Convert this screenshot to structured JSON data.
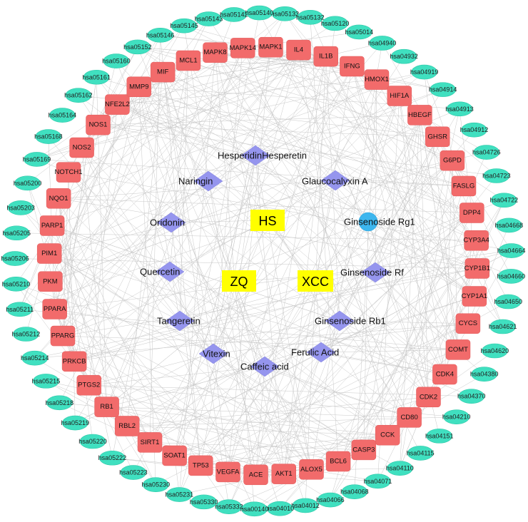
{
  "colors": {
    "pathway": "#40e0c0",
    "target": "#f26b6b",
    "ingredient": "#9595ee",
    "ingredient_special": "#3db6ee",
    "herb": "#ffff00",
    "edge": "#c8c8c8"
  },
  "herbs": [
    "HS",
    "ZQ",
    "XCC"
  ],
  "ingredients": [
    {
      "label": "HesperidinHesperetin",
      "shape": "diamond"
    },
    {
      "label": "Naringin",
      "shape": "diamond"
    },
    {
      "label": "Glaucocalyxin A",
      "shape": "diamond"
    },
    {
      "label": "Oridonin",
      "shape": "diamond"
    },
    {
      "label": "Ginsenoside Rg1",
      "shape": "circle"
    },
    {
      "label": "Quercetin",
      "shape": "diamond"
    },
    {
      "label": "Ginsenoside Rf",
      "shape": "diamond"
    },
    {
      "label": "Tangeretin",
      "shape": "diamond"
    },
    {
      "label": "Ginsenoside Rb1",
      "shape": "diamond"
    },
    {
      "label": "Vitexin",
      "shape": "diamond"
    },
    {
      "label": "Ferulic Acid",
      "shape": "diamond"
    },
    {
      "label": "Caffeic acid",
      "shape": "diamond"
    }
  ],
  "targets": [
    "MAPK1",
    "IL4",
    "IL1B",
    "IFNG",
    "HMOX1",
    "HIF1A",
    "HBEGF",
    "GHSR",
    "G6PD",
    "FASLG",
    "DPP4",
    "CYP3A4",
    "CYP1B1",
    "CYP1A1",
    "CYCS",
    "COMT",
    "CDK4",
    "CDK2",
    "CD80",
    "CCK",
    "CASP3",
    "BCL6",
    "ALOX5",
    "AKT1",
    "ACE",
    "VEGFA",
    "TP53",
    "SOAT1",
    "SIRT1",
    "RBL2",
    "RB1",
    "PTGS2",
    "PRKCB",
    "PPARG",
    "PPARA",
    "PKM",
    "PIM1",
    "PARP1",
    "NQO1",
    "NOTCH1",
    "NOS2",
    "NOS1",
    "NFE2L2",
    "MMP9",
    "MIF",
    "MCL1",
    "MAPK8",
    "MAPK14"
  ],
  "pathways": [
    "hsa05133",
    "hsa05132",
    "hsa05120",
    "hsa05014",
    "hsa04940",
    "hsa04932",
    "hsa04919",
    "hsa04914",
    "hsa04913",
    "hsa04912",
    "hsa04726",
    "hsa04723",
    "hsa04722",
    "hsa04668",
    "hsa04664",
    "hsa04660",
    "hsa04650",
    "hsa04621",
    "hsa04620",
    "hsa04380",
    "hsa04370",
    "hsa04210",
    "hsa04151",
    "hsa04115",
    "hsa04110",
    "hsa04071",
    "hsa04068",
    "hsa04066",
    "hsa04012",
    "hsa04010",
    "hsa00140",
    "hsa05332",
    "hsa05330",
    "hsa05231",
    "hsa05230",
    "hsa05223",
    "hsa05222",
    "hsa05220",
    "hsa05219",
    "hsa05218",
    "hsa05215",
    "hsa05214",
    "hsa05212",
    "hsa05211",
    "hsa05210",
    "hsa05206",
    "hsa05205",
    "hsa05203",
    "hsa05200",
    "hsa05169",
    "hsa05168",
    "hsa05164",
    "hsa05162",
    "hsa05161",
    "hsa05160",
    "hsa05152",
    "hsa05146",
    "hsa05145",
    "hsa05143",
    "hsa05142",
    "hsa05140"
  ]
}
